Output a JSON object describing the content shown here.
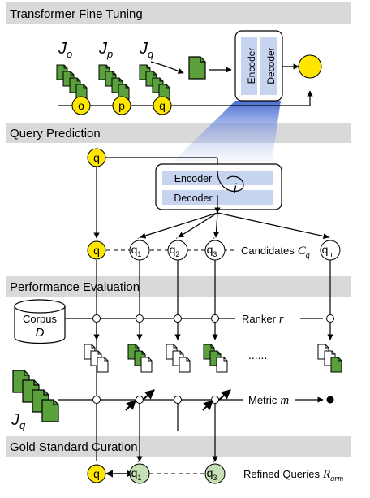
{
  "sections": {
    "finetune": "Transformer Fine Tuning",
    "query_prediction": "Query Prediction",
    "performance": "Performance Evaluation",
    "gold": "Gold Standard Curation"
  },
  "finetune": {
    "sets": [
      "J",
      "J",
      "J"
    ],
    "set_subs": [
      "o",
      "p",
      "q"
    ],
    "circle_labels": [
      "o",
      "p",
      "q"
    ],
    "encoder_label": "Encoder",
    "decoder_label": "Decoder"
  },
  "query_prediction": {
    "input_query": "q",
    "encoder_label": "Encoder",
    "decoder_label": "Decoder",
    "iteration_label": "i",
    "candidates": [
      "q",
      "q",
      "q",
      "q",
      "q"
    ],
    "candidate_subs": [
      "",
      "1",
      "2",
      "3",
      "n"
    ],
    "candidates_label": "Candidates",
    "candidates_symbol": "C",
    "candidates_symbol_sub": "q"
  },
  "performance": {
    "corpus_label": "Corpus",
    "corpus_symbol": "D",
    "ranker_label": "Ranker",
    "ranker_symbol": "r",
    "ellipsis": "......",
    "metric_label": "Metric",
    "metric_symbol": "m",
    "judgment_set": "J",
    "judgment_sub": "q"
  },
  "gold": {
    "queries": [
      "q",
      "q",
      "q"
    ],
    "query_subs": [
      "",
      "1",
      "3"
    ],
    "refined_label": "Refined Queries",
    "refined_symbol": "R",
    "refined_symbol_sub": "qrm"
  },
  "colors": {
    "doc_green": "#5aa03c",
    "query_yellow": "#ffe600",
    "query_green": "#c5e0b4",
    "section_bar": "#d9d9d9",
    "model_blue": "#c6d4ef",
    "beam_blue": "#4f6fd0"
  }
}
